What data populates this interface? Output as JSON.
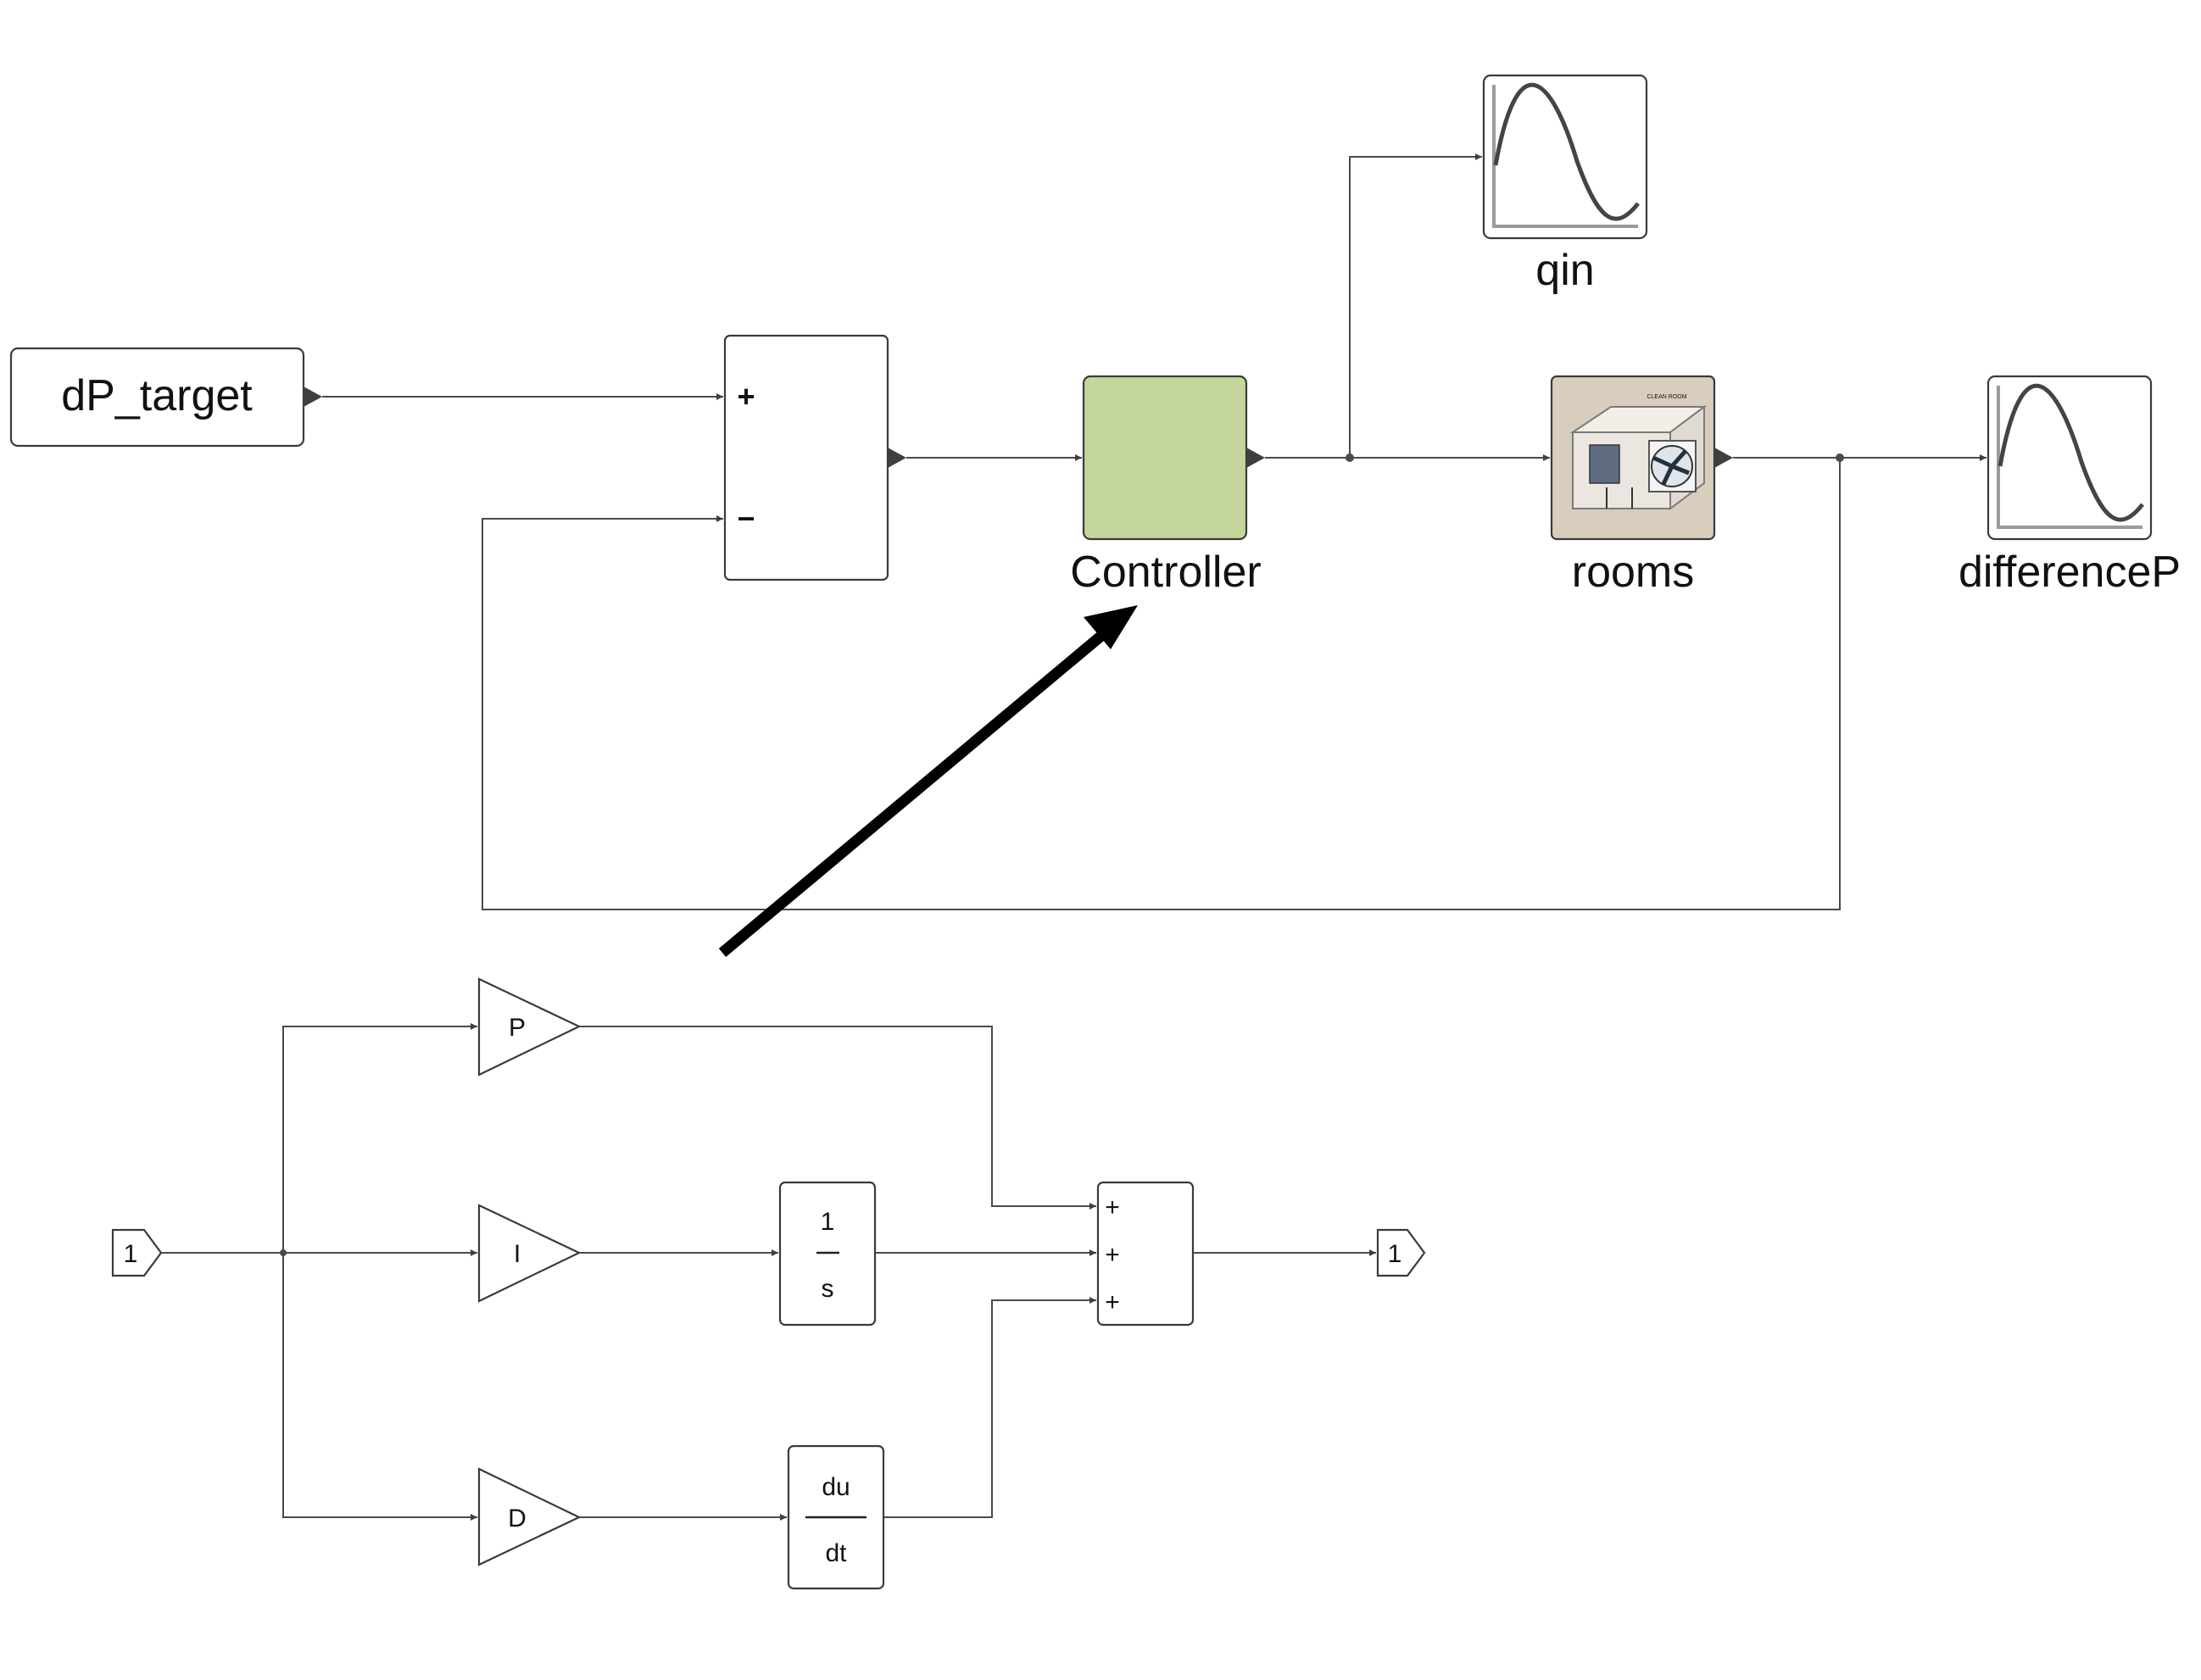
{
  "top_model": {
    "source_block": {
      "label": "dP_target"
    },
    "sum_block": {
      "signs": [
        "+",
        "−"
      ]
    },
    "controller": {
      "label": "Controller",
      "fill": "#c4d69b"
    },
    "scope_qin": {
      "label": "qin"
    },
    "plant": {
      "label": "rooms",
      "image_caption": "CLEAN ROOM"
    },
    "scope_diff": {
      "label": "differenceP"
    }
  },
  "subsystem": {
    "inport": {
      "label": "1"
    },
    "outport": {
      "label": "1"
    },
    "gain_p": {
      "label": "P"
    },
    "gain_i": {
      "label": "I"
    },
    "gain_d": {
      "label": "D"
    },
    "integrator": {
      "numerator": "1",
      "denominator": "s"
    },
    "derivative": {
      "numerator": "du",
      "denominator": "dt"
    },
    "sum3": {
      "signs": [
        "+",
        "+",
        "+"
      ]
    }
  },
  "colors": {
    "controller_fill": "#c4d69b",
    "line": "#4a4a4a",
    "pointer_arrow": "#000000"
  }
}
